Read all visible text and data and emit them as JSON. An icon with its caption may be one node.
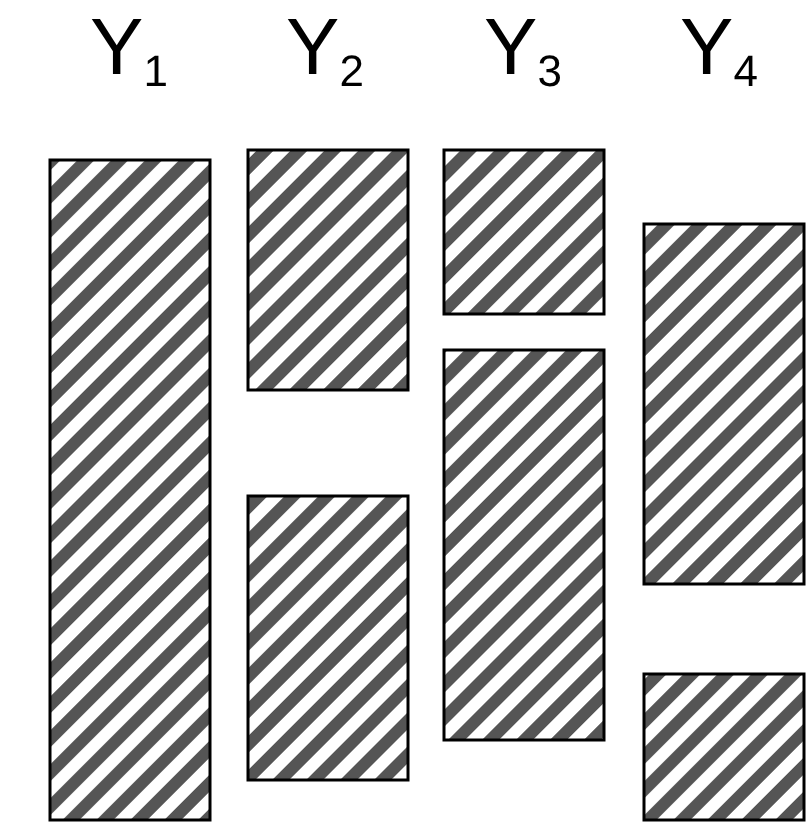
{
  "diagram": {
    "nodes": [
      {
        "text": [],
        "shape": "bar"
      },
      {
        "text": [],
        "shape": "bar"
      },
      {
        "text": [],
        "shape": "bar"
      },
      {
        "text": [],
        "shape": "bar"
      },
      {
        "text": [],
        "shape": "bar"
      },
      {
        "text": [],
        "shape": "bar"
      },
      {
        "text": [],
        "shape": "bar"
      }
    ],
    "labels": [
      "Y$_{1}$",
      "Y$_{2}$",
      "Y$_{3}$",
      "Y$_{4}$"
    ]
  }
}
